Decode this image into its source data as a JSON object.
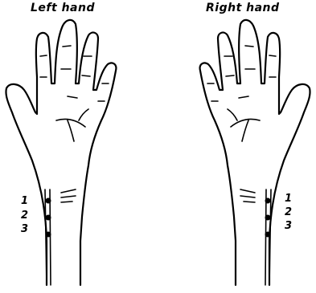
{
  "left_hand": {
    "title": "Left hand",
    "positions": [
      "1",
      "2",
      "3"
    ]
  },
  "right_hand": {
    "title": "Right hand",
    "positions": [
      "1",
      "2",
      "3"
    ]
  },
  "colors": {
    "ink": "#000000",
    "background": "#ffffff"
  }
}
